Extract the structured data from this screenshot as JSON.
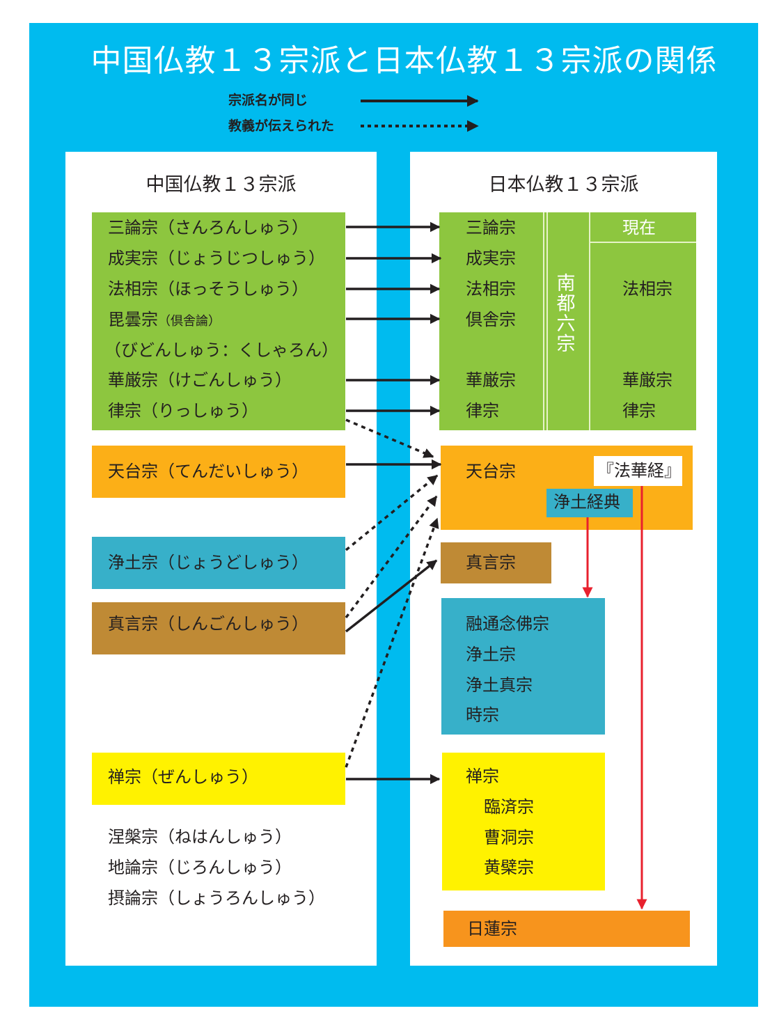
{
  "title": "中国仏教１３宗派と日本仏教１３宗派の関係",
  "legend": {
    "same_name_label": "宗派名が同じ",
    "teaching_transmitted_label": "教義が伝えられた"
  },
  "colors": {
    "background": "#00bbef",
    "panel": "#ffffff",
    "green": "#8dc63f",
    "orange": "#fcaf17",
    "teal": "#37b0c9",
    "brown": "#bf8a35",
    "yellow": "#fff200",
    "nichiren_orange": "#f7941d",
    "red_arrow": "#e8212e",
    "arrow": "#231f20"
  },
  "china": {
    "heading": "中国仏教１３宗派",
    "green_group": [
      "三論宗（さんろんしゅう）",
      "成実宗（じょうじつしゅう）",
      "法相宗（ほっそうしゅう）",
      "毘曇宗",
      "（倶舎論）",
      "（びどんしゅう：くしゃろん）",
      "華厳宗（けごんしゅう）",
      "律宗（りっしゅう）"
    ],
    "tendai": "天台宗（てんだいしゅう）",
    "jodo": "浄土宗（じょうどしゅう）",
    "shingon": "真言宗（しんごんしゅう）",
    "zen": "禅宗（ぜんしゅう）",
    "others": [
      "涅槃宗（ねはんしゅう）",
      "地論宗（じろんしゅう）",
      "摂論宗（しょうろんしゅう）"
    ]
  },
  "japan": {
    "heading": "日本仏教１３宗派",
    "nara": {
      "sects": [
        "三論宗",
        "成実宗",
        "法相宗",
        "倶舎宗",
        "華厳宗",
        "律宗"
      ],
      "group_label": [
        "南",
        "都",
        "六",
        "宗"
      ],
      "current_header": "現在",
      "current": [
        "法相宗",
        "華厳宗",
        "律宗"
      ]
    },
    "tendai": {
      "label": "天台宗",
      "lotus_sutra": "『法華経』",
      "pure_land_sutras": "浄土経典"
    },
    "shingon": "真言宗",
    "pure_land_group": [
      "融通念佛宗",
      "浄土宗",
      "浄土真宗",
      "時宗"
    ],
    "zen_group": {
      "label": "禅宗",
      "subsects": [
        "臨済宗",
        "曹洞宗",
        "黄檗宗"
      ]
    },
    "nichiren": "日蓮宗"
  }
}
